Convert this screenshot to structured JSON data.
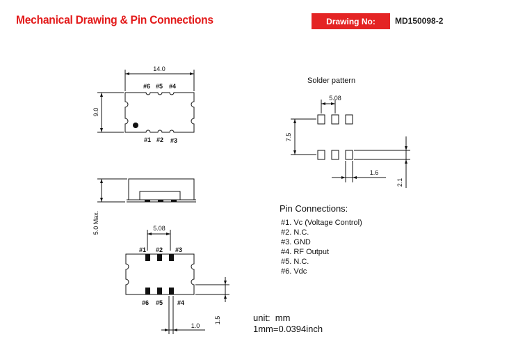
{
  "header": {
    "title": "Mechanical Drawing & Pin Connections",
    "drawing_label": "Drawing No:",
    "drawing_number": "MD150098-2"
  },
  "top_view": {
    "width_dim": "14.0",
    "height_dim": "9.0",
    "top_pins": [
      "#6",
      "#5",
      "#4"
    ],
    "bottom_pins": [
      "#1",
      "#2",
      "#3"
    ]
  },
  "side_view": {
    "height_dim": "5.0 Max."
  },
  "bottom_view": {
    "pitch_dim": "5.08",
    "top_pins": [
      "#1",
      "#2",
      "#3"
    ],
    "bottom_pins": [
      "#6",
      "#5",
      "#4"
    ],
    "pad_height_dim": "1.5",
    "pad_width_dim": "1.0"
  },
  "solder_pattern": {
    "title": "Solder pattern",
    "pitch_dim": "5.08",
    "row_gap_dim": "7.5",
    "pad_width_dim": "1.6",
    "pad_height_dim": "2.1"
  },
  "pin_connections": {
    "title": "Pin Connections:",
    "items": [
      "#1. Vc (Voltage Control)",
      "#2. N.C.",
      "#3. GND",
      "#4. RF Output",
      "#5. N.C.",
      "#6. Vdc"
    ]
  },
  "units": {
    "unit": "unit:  mm",
    "conversion": "1mm=0.0394inch"
  },
  "colors": {
    "accent": "#e31b1b"
  }
}
